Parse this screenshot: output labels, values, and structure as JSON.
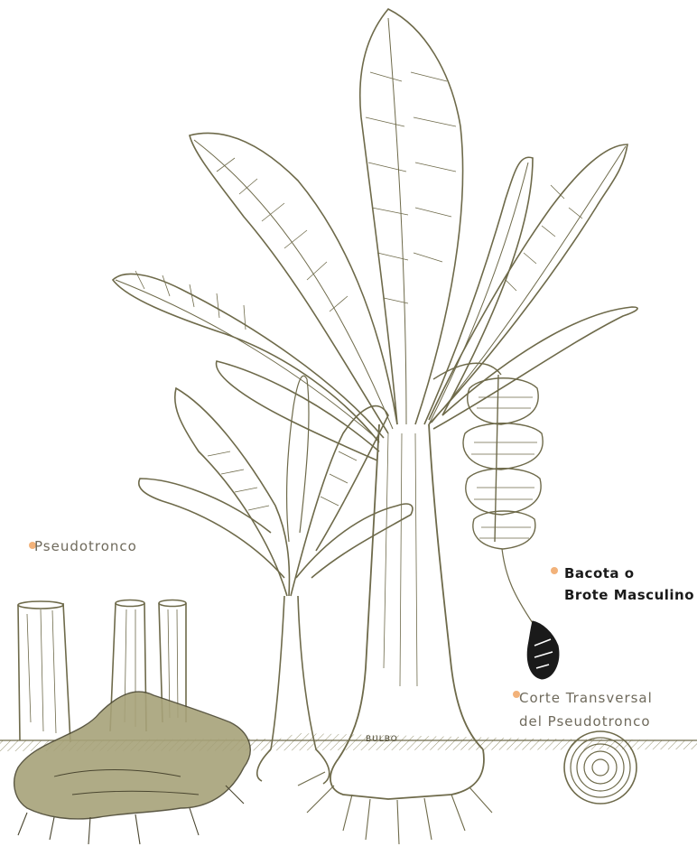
{
  "labels": {
    "pseudotronco": "Pseudotronco",
    "bacota_line1": "Bacota o",
    "bacota_line2": "Brote Masculino",
    "corte_line1": "Corte Transversal",
    "corte_line2": "del Pseudotronco",
    "bulbo": "BULBO"
  },
  "colors": {
    "ink": "#6e6a4a",
    "ink_dark": "#4a4630",
    "soil": "#8b8660",
    "marker": "#f2b27a",
    "label_grey": "#6f6a5c",
    "label_dark": "#1a1a1a",
    "paper": "#ffffff"
  },
  "icons": {
    "marker_dot": "orange-marker-dot",
    "bud": "male-bud-icon",
    "cross_section": "cross-section-ring-icon"
  }
}
